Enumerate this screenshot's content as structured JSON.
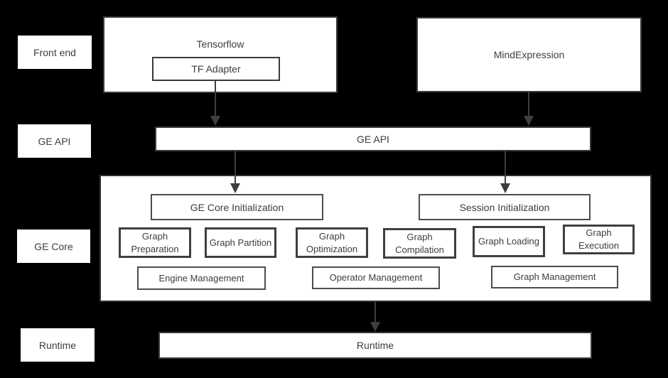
{
  "side_labels": {
    "front_end": "Front end",
    "ge_api": "GE API",
    "ge_core": "GE Core",
    "runtime": "Runtime"
  },
  "front_end": {
    "tensorflow": "Tensorflow",
    "tf_adapter": "TF Adapter",
    "mindexpression": "MindExpression"
  },
  "ge_api": {
    "bar": "GE API"
  },
  "ge_core": {
    "ge_core_initialization": "GE Core Initialization",
    "session_initialization": "Session Initialization",
    "stages": [
      "Graph Preparation",
      "Graph Partition",
      "Graph Optimization",
      "Graph Compilation",
      "Graph Loading",
      "Graph Execution"
    ],
    "management": [
      "Engine Management",
      "Operator Management",
      "Graph Management"
    ]
  },
  "runtime": {
    "bar": "Runtime"
  },
  "colors": {
    "background": "#000000",
    "box_fill": "#ffffff",
    "border_outer": "#3a3a3a",
    "border_inner": "#4d4d4d",
    "text": "#3d3d3d",
    "arrow": "#3d3d3d"
  }
}
